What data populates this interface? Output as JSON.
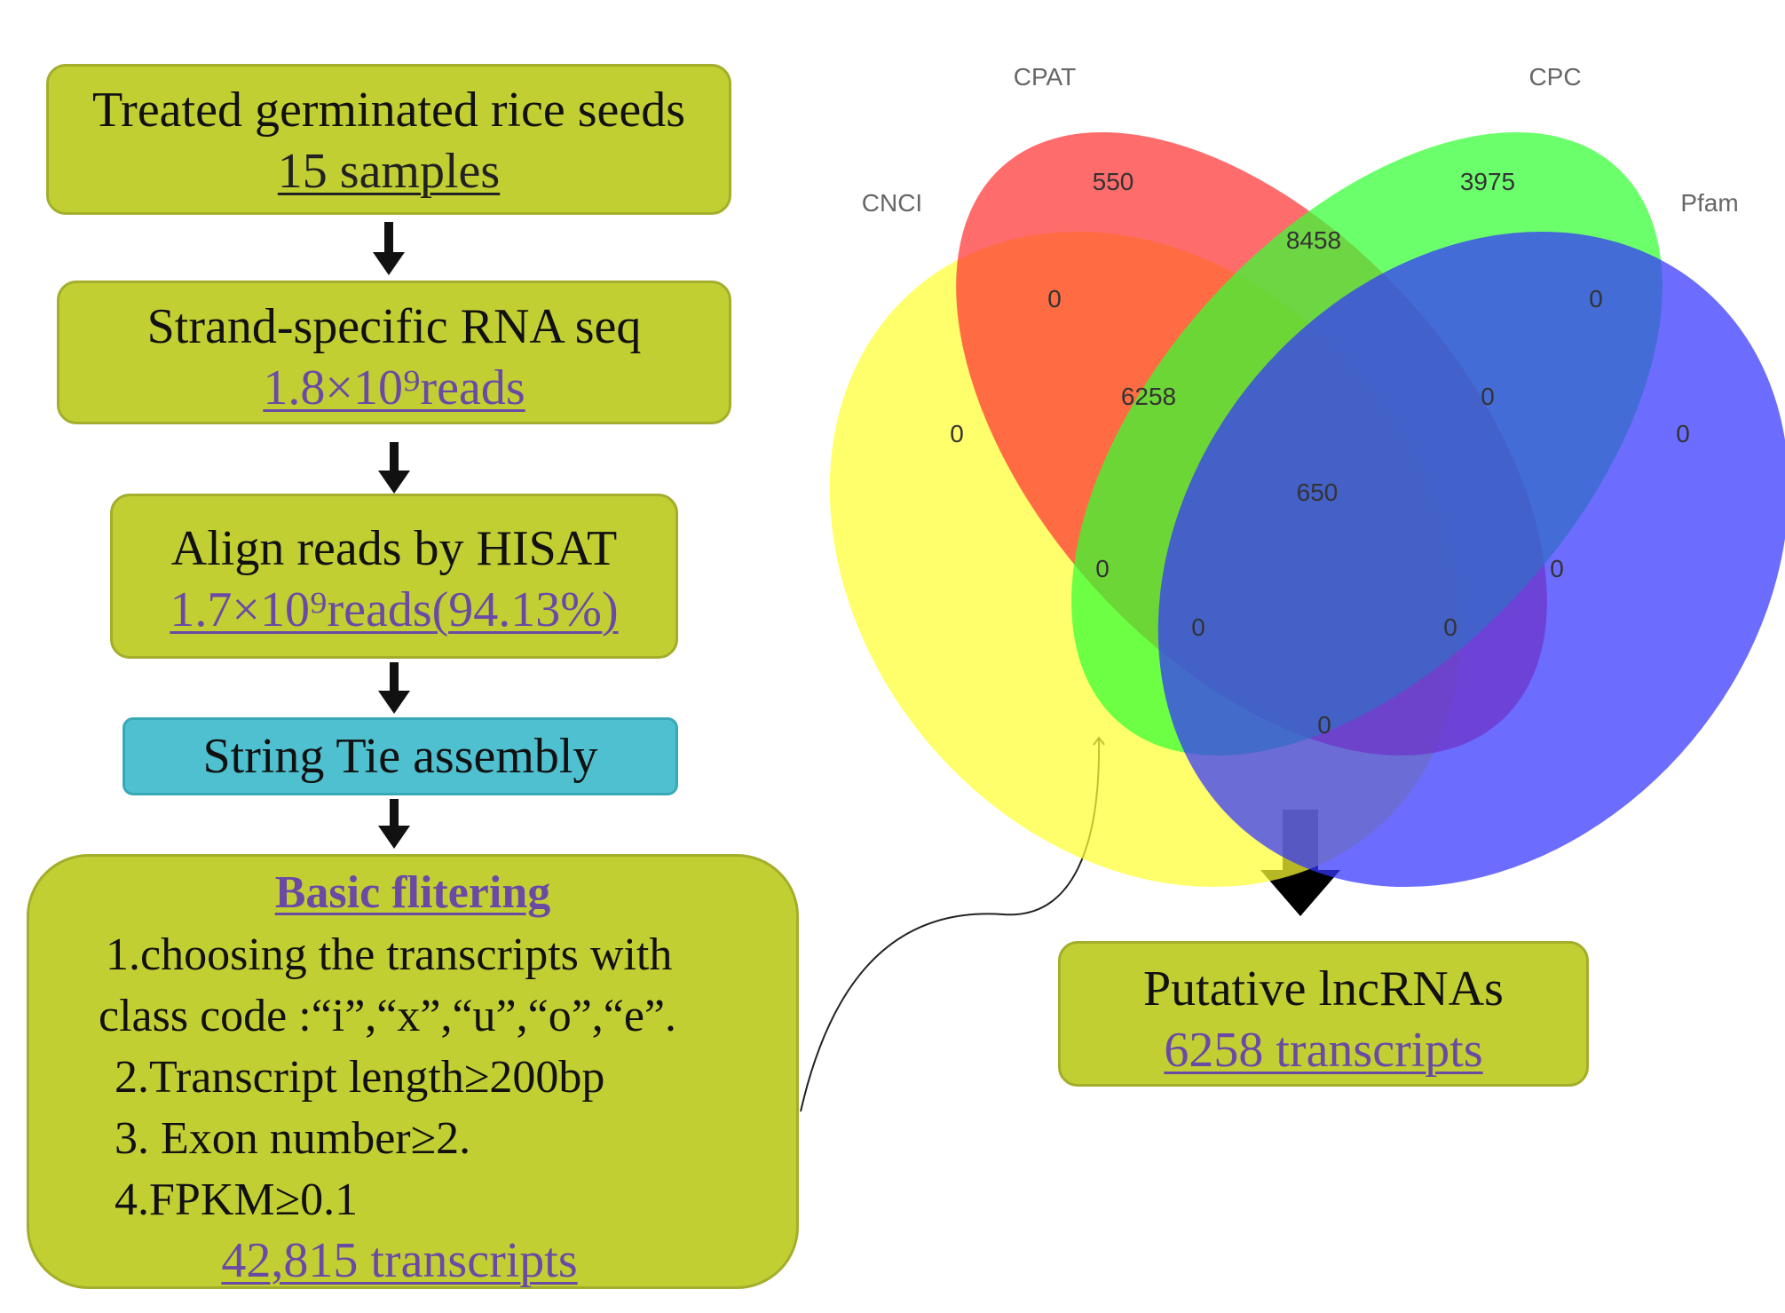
{
  "flow": {
    "step1": {
      "title": "Treated germinated rice seeds",
      "stat": "15 samples"
    },
    "step2": {
      "title": "Strand-specific RNA seq",
      "stat": "1.8×10⁹reads"
    },
    "step3": {
      "title": "Align reads by HISAT",
      "stat": "1.7×10⁹reads(94.13%)"
    },
    "step4": {
      "title": "String  Tie assembly"
    },
    "step5": {
      "heading": "Basic flitering",
      "criteria": [
        "1.choosing the transcripts with",
        "class code :“i”,“x”,“u”,“o”,“e”.",
        "2.Transcript length≥200bp",
        "3. Exon number≥2.",
        "4.FPKM≥0.1"
      ],
      "stat": "42,815 transcripts"
    },
    "result": {
      "title": "Putative lncRNAs",
      "stat": "6258 transcripts"
    }
  },
  "venn": {
    "sets": [
      "CNCI",
      "CPAT",
      "CPC",
      "Pfam"
    ],
    "colors": {
      "CNCI": "#ffff33",
      "CPAT": "#ff3333",
      "CPC": "#33ff33",
      "Pfam": "#3333ff"
    },
    "regions": {
      "CPAT_only": "550",
      "CPC_only": "3975",
      "CPAT_CPC": "8458",
      "CNCI_CPAT": "0",
      "CPC_Pfam": "0",
      "CNCI_only": "0",
      "Pfam_only": "0",
      "CNCI_CPAT_CPC": "6258",
      "CPAT_CPC_Pfam": "0",
      "all_four": "650",
      "CNCI_CPC": "0",
      "CPAT_Pfam": "0",
      "CNCI_CPC_Pfam": "0",
      "CNCI_CPAT_Pfam": "0",
      "CNCI_Pfam": "0"
    }
  }
}
